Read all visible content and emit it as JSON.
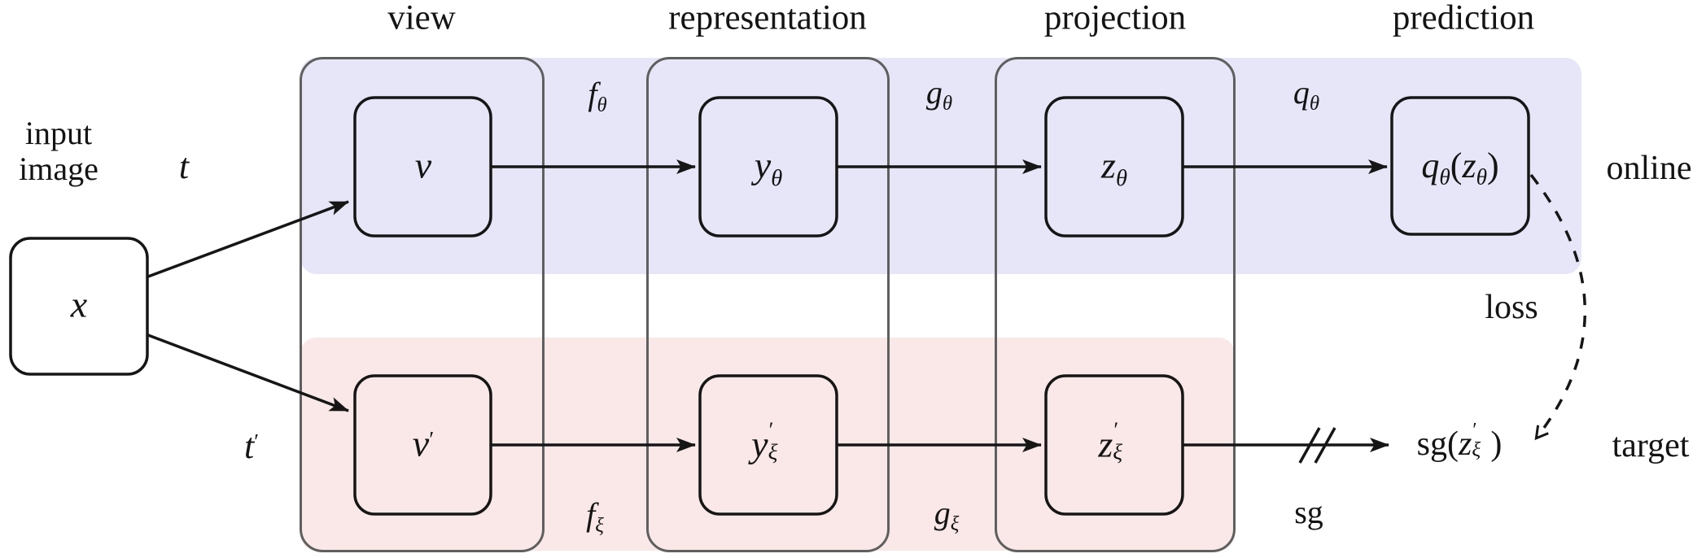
{
  "headers": {
    "view": "view",
    "representation": "representation",
    "projection": "projection",
    "prediction": "prediction"
  },
  "input": {
    "line1": "input",
    "line2": "image"
  },
  "nodes": {
    "x": "x",
    "v": "v",
    "v_prime": {
      "base": "v",
      "prime": "′"
    },
    "y_theta": {
      "base": "y",
      "sub": "θ"
    },
    "y_prime_xi": {
      "base": "y",
      "prime": "′",
      "sub": "ξ"
    },
    "z_theta": {
      "base": "z",
      "sub": "θ"
    },
    "z_prime_xi": {
      "base": "z",
      "prime": "′",
      "sub": "ξ"
    },
    "q_of_z": {
      "fn": "q",
      "fn_sub": "θ",
      "open": "(",
      "arg": "z",
      "arg_sub": "θ",
      "close": ")"
    },
    "sg_of_z": {
      "fn": "sg",
      "open": "(",
      "arg": "z",
      "prime": "′",
      "arg_sub": "ξ",
      "close": ")"
    }
  },
  "edges": {
    "t": {
      "base": "t"
    },
    "t_prime": {
      "base": "t",
      "prime": "′"
    },
    "f_theta": {
      "base": "f",
      "sub": "θ"
    },
    "g_theta": {
      "base": "g",
      "sub": "θ"
    },
    "q_theta": {
      "base": "q",
      "sub": "θ"
    },
    "f_xi": {
      "base": "f",
      "sub": "ξ"
    },
    "g_xi": {
      "base": "g",
      "sub": "ξ"
    },
    "sg": "sg",
    "loss": "loss"
  },
  "side_labels": {
    "online": "online",
    "target": "target"
  },
  "colors": {
    "online_band": "#e7e6f8",
    "target_band": "#f9e8e7",
    "container_stroke": "#5f5f5f",
    "box_stroke": "#161616",
    "arrow": "#161616"
  }
}
